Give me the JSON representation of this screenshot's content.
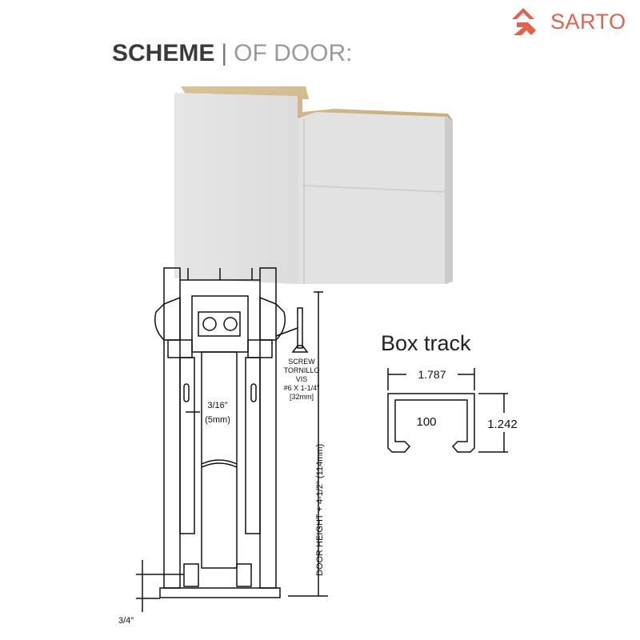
{
  "brand": {
    "name": "SARTO",
    "color": "#e0624f"
  },
  "title": {
    "bold": "SCHEME",
    "separator": "|",
    "light": "OF DOOR:"
  },
  "drawing": {
    "screw_label": [
      "SCREW",
      "TORNILLO",
      "VIS",
      "#6 X 1-1/4\"",
      "[32mm]"
    ],
    "height_label": "DOOR HEIGHT + 4-1/2\" (114mm)",
    "gap_label": "3/16\"",
    "gap_metric": "(5mm)",
    "floor_label": "3/4\""
  },
  "box_track": {
    "title": "Box track",
    "width": "1.787",
    "height": "1.242",
    "center": "100"
  }
}
